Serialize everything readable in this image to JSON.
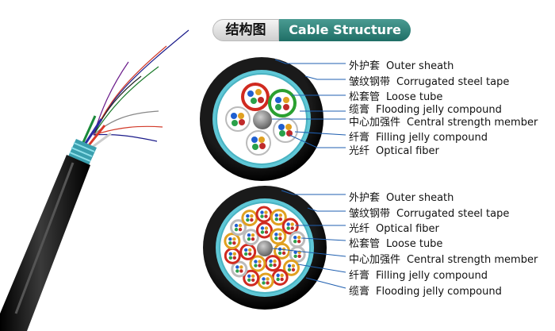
{
  "header": {
    "cn": "结构图",
    "en": "Cable Structure"
  },
  "top_labels": [
    {
      "cn": "外护套",
      "en": "Outer sheath"
    },
    {
      "cn": "皱纹钢带",
      "en": "Corrugated steel tape"
    },
    {
      "cn": "松套管",
      "en": "Loose tube"
    },
    {
      "cn": "缆膏",
      "en": "Flooding jelly compound"
    },
    {
      "cn": "中心加强件",
      "en": "Central strength member"
    },
    {
      "cn": "纤膏",
      "en": "Filling jelly compound"
    },
    {
      "cn": "光纤",
      "en": "Optical fiber"
    }
  ],
  "bottom_labels": [
    {
      "cn": "外护套",
      "en": "Outer sheath"
    },
    {
      "cn": "皱纹钢带",
      "en": "Corrugated steel tape"
    },
    {
      "cn": "光纤",
      "en": "Optical fiber"
    },
    {
      "cn": "松套管",
      "en": "Loose tube"
    },
    {
      "cn": "中心加强件",
      "en": "Central strength member"
    },
    {
      "cn": "纤膏",
      "en": "Filling jelly compound"
    },
    {
      "cn": "缆膏",
      "en": "Flooding jelly compound"
    }
  ],
  "colors": {
    "outer_sheath": "#0b0b0b",
    "steel_tape": "#5fc7d6",
    "jelly": "#ffffff",
    "accent_header": "#2a7c73",
    "leader_line": "#1f5fb0"
  }
}
